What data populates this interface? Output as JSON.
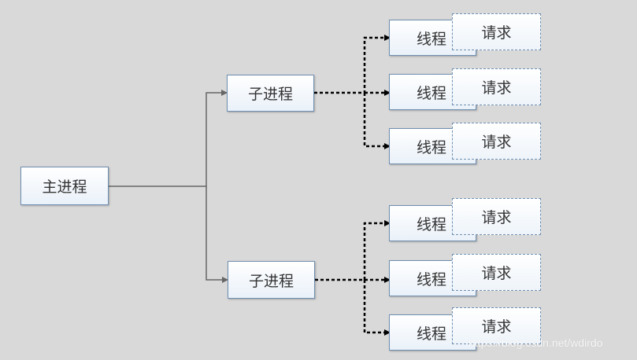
{
  "main_process": {
    "label": "主进程"
  },
  "child_processes": [
    {
      "label": "子进程",
      "threads": [
        {
          "label": "线程",
          "request": "请求"
        },
        {
          "label": "线程",
          "request": "请求"
        },
        {
          "label": "线程",
          "request": "请求"
        }
      ]
    },
    {
      "label": "子进程",
      "threads": [
        {
          "label": "线程",
          "request": "请求"
        },
        {
          "label": "线程",
          "request": "请求"
        },
        {
          "label": "线程",
          "request": "请求"
        }
      ]
    }
  ],
  "watermark": "https://blog.csdn.net/wdirdo",
  "colors": {
    "background": "#d9d9d9",
    "box_border": "#6f8fb1",
    "line_solid": "#666666",
    "line_dashed": "#000000"
  }
}
